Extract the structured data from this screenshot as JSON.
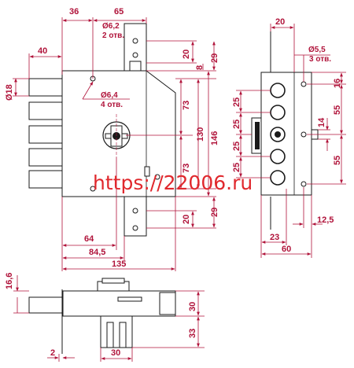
{
  "drawing": {
    "top_view": {
      "dim_36": "36",
      "dim_65": "65",
      "dim_40": "40",
      "hole_top_dia": "Ø6,2",
      "hole_top_count": "2 отв.",
      "dim_20_top": "20",
      "dim_8": "8",
      "dim_29_top": "29",
      "bolt_dia": "Ø18",
      "hole_body_dia": "Ø6,4",
      "hole_body_count": "4 отв.",
      "dim_73_top": "73",
      "dim_130": "130",
      "dim_146": "146",
      "dim_73_bottom": "73",
      "dim_20_bottom": "20",
      "dim_29_bottom": "29",
      "dim_64": "64",
      "dim_84_5": "84,5",
      "dim_135": "135"
    },
    "side_view": {
      "dim_20": "20",
      "hole_dia": "Ø5,5",
      "hole_count": "3 отв.",
      "dim_16": "16",
      "dim_25_1": "25",
      "dim_25_2": "25",
      "dim_25_3": "25",
      "dim_25_4": "25",
      "dim_55_top": "55",
      "dim_14": "14",
      "dim_55_bottom": "55",
      "dim_12_5": "12,5",
      "dim_23": "23",
      "dim_60": "60"
    },
    "bottom_view": {
      "dim_16_6": "16,6",
      "dim_30_right": "30",
      "dim_33": "33",
      "dim_2": "2",
      "dim_30_bottom": "30"
    },
    "watermark": "https://22006.ru",
    "colors": {
      "dimension": "#b0133a",
      "outline": "#1a1a1a",
      "watermark": "#e0282d"
    }
  }
}
